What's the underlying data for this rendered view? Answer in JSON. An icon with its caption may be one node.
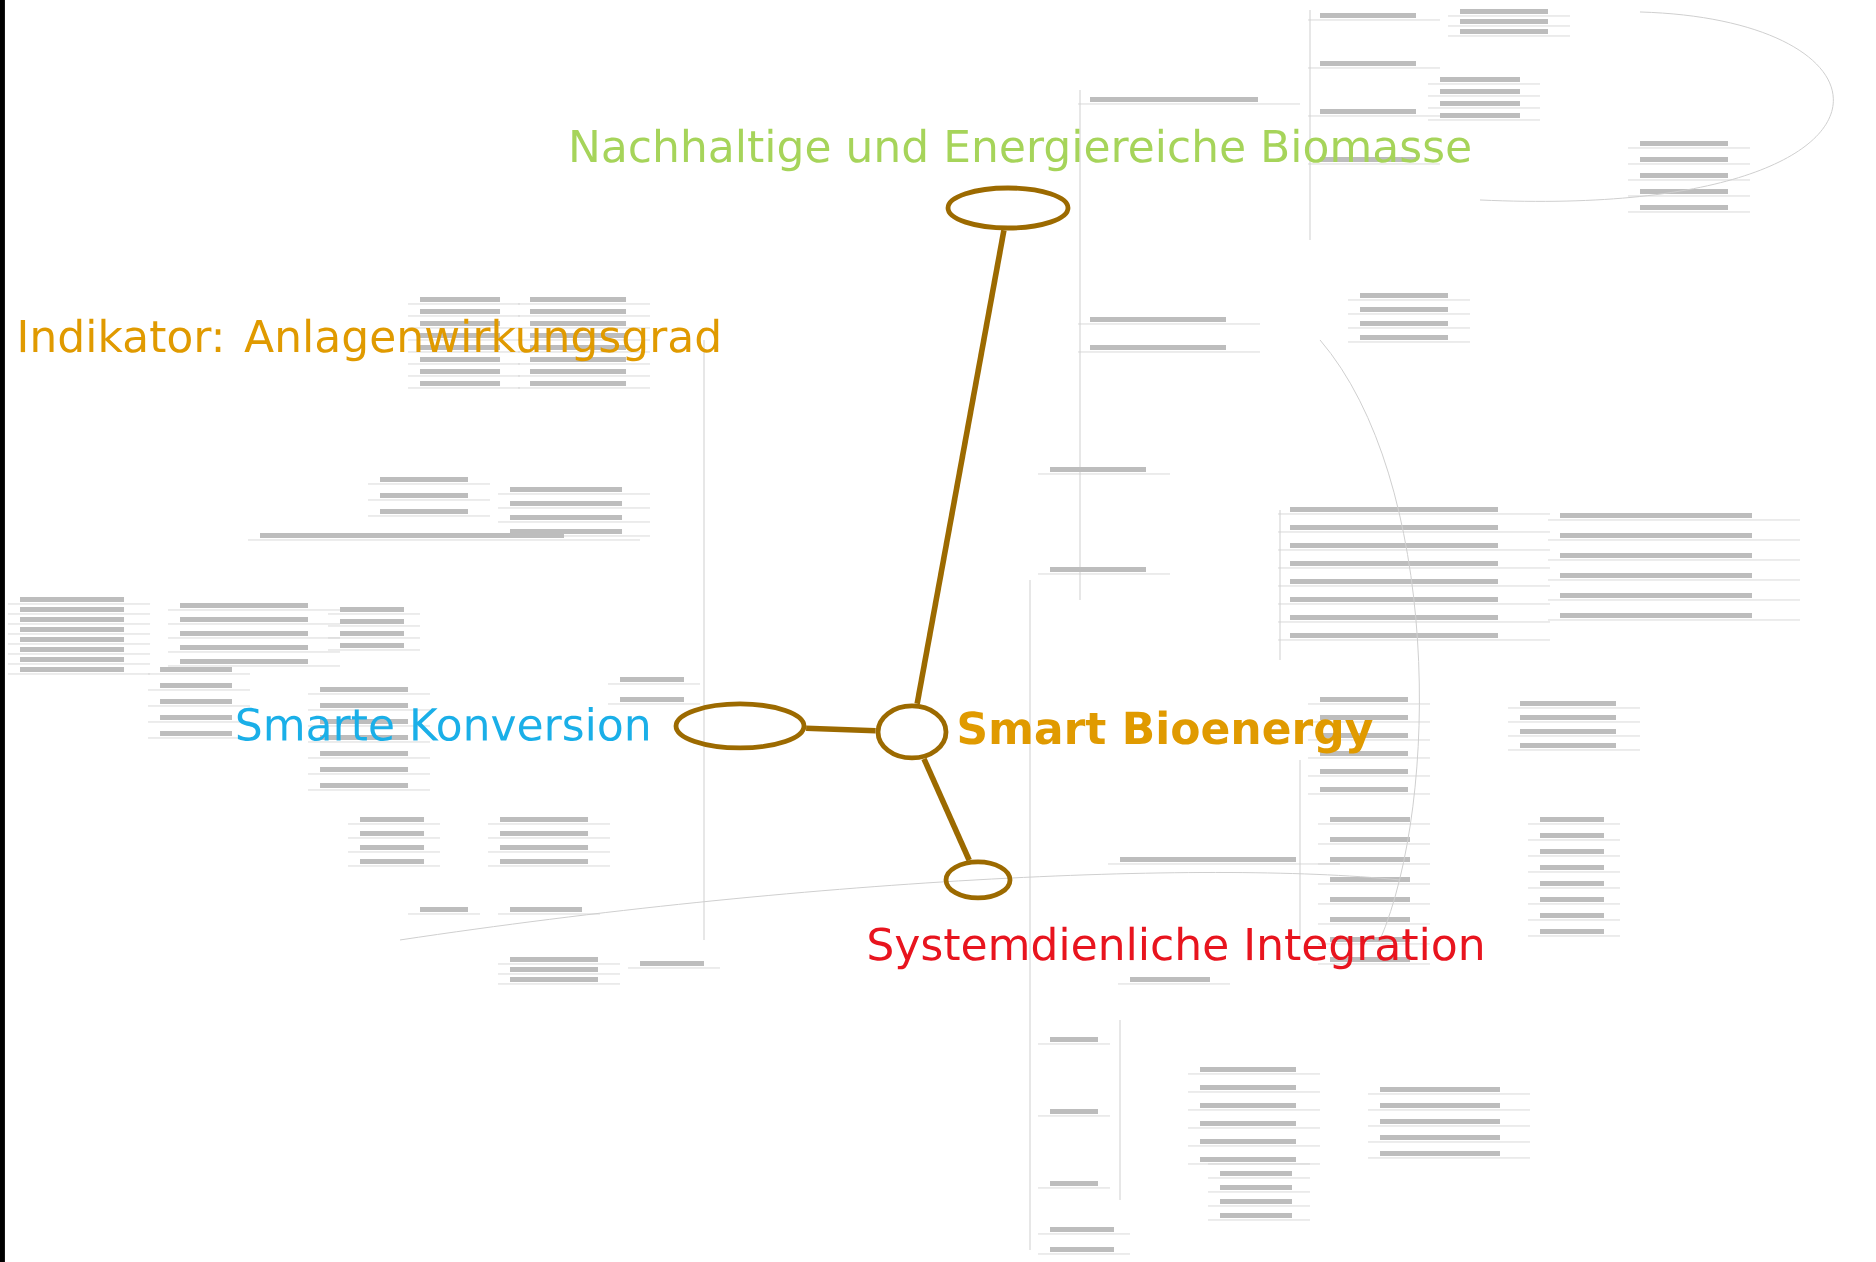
{
  "diagram": {
    "nodes": [
      {
        "text": [],
        "shape": "circle",
        "beside": [
          "Smart Bioenergy"
        ]
      },
      {
        "text": [],
        "shape": "circle",
        "beside": [
          "Smarte Konversion"
        ]
      },
      {
        "text": [],
        "shape": "circle",
        "beside": [
          "Nachhaltige und Energiereiche Biomasse"
        ]
      },
      {
        "text": [],
        "shape": "circle",
        "beside": [
          "Systemdienliche Integration"
        ]
      }
    ],
    "edges": [
      {
        "from": 0,
        "to": 2,
        "arrow": "none"
      },
      {
        "from": 0,
        "to": 1,
        "arrow": "none"
      },
      {
        "from": 0,
        "to": 3,
        "arrow": "none"
      }
    ],
    "labels": [
      "Indikator: Anlagenwirkungsgrad"
    ]
  }
}
